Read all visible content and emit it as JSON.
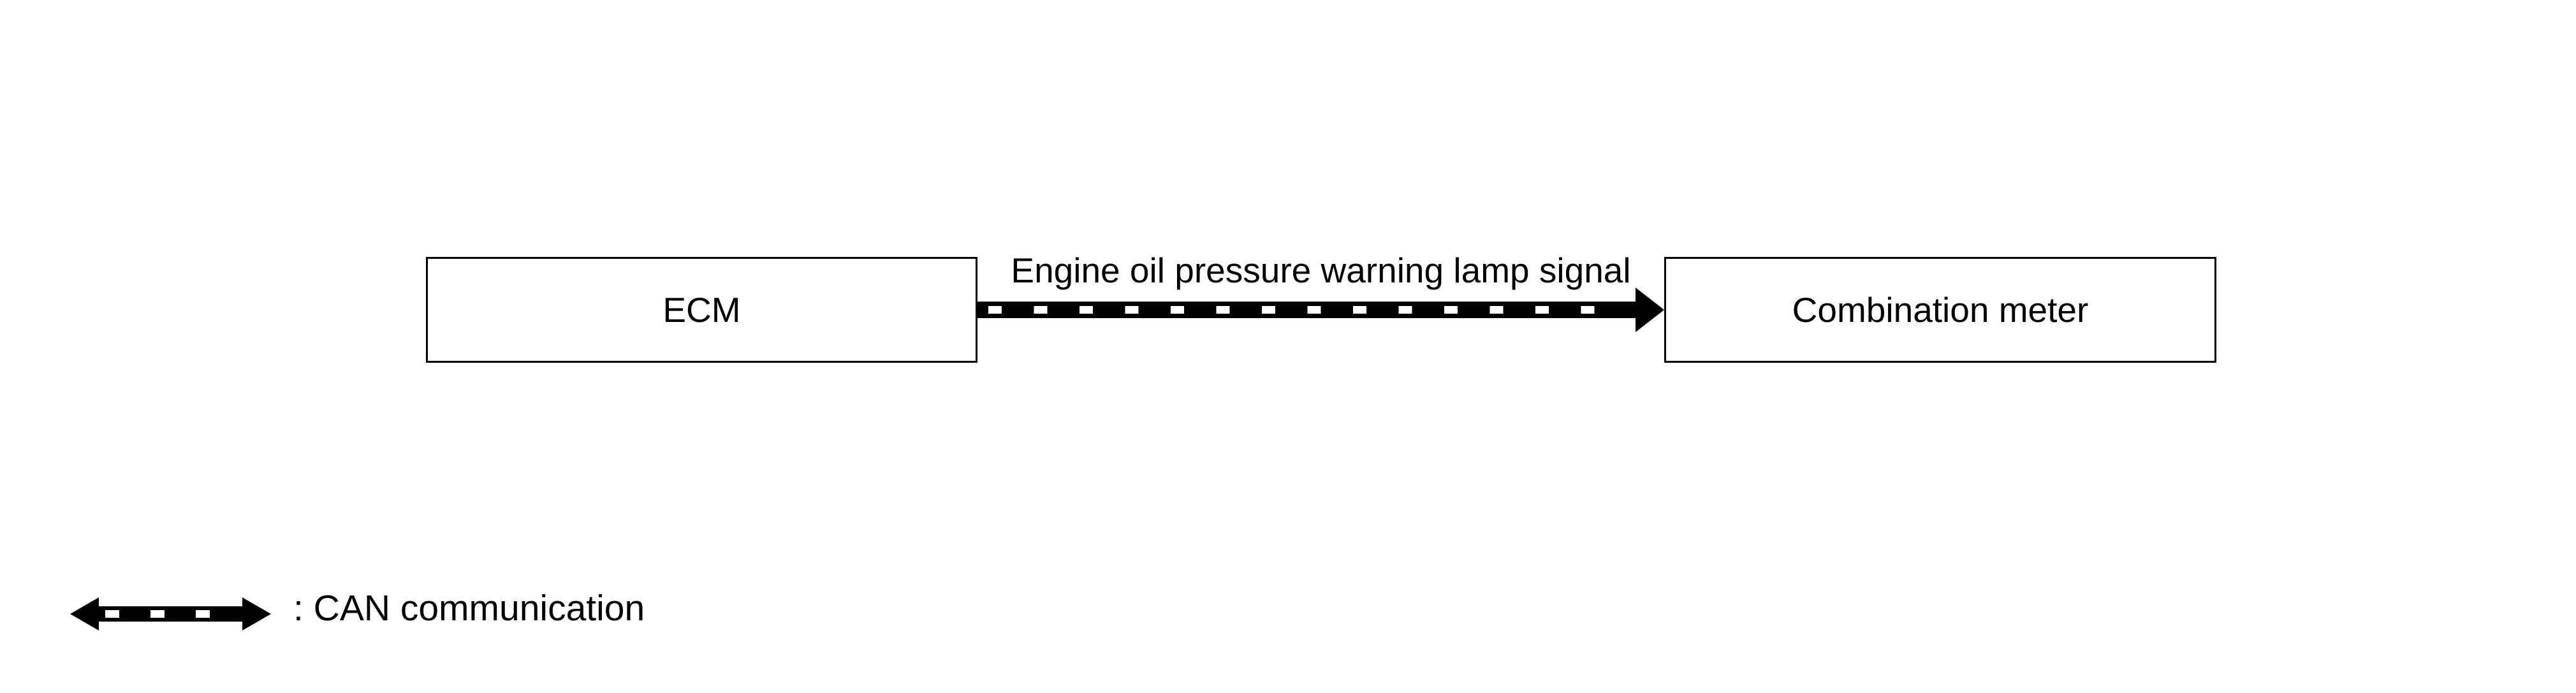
{
  "nodes": {
    "ecm": {
      "label": "ECM"
    },
    "combination_meter": {
      "label": "Combination meter"
    }
  },
  "connection": {
    "from": "ECM",
    "to": "Combination meter",
    "label": "Engine oil pressure warning lamp signal",
    "type": "CAN communication"
  },
  "legend": {
    "label": ": CAN communication"
  },
  "colors": {
    "line": "#000000",
    "background": "#ffffff"
  }
}
